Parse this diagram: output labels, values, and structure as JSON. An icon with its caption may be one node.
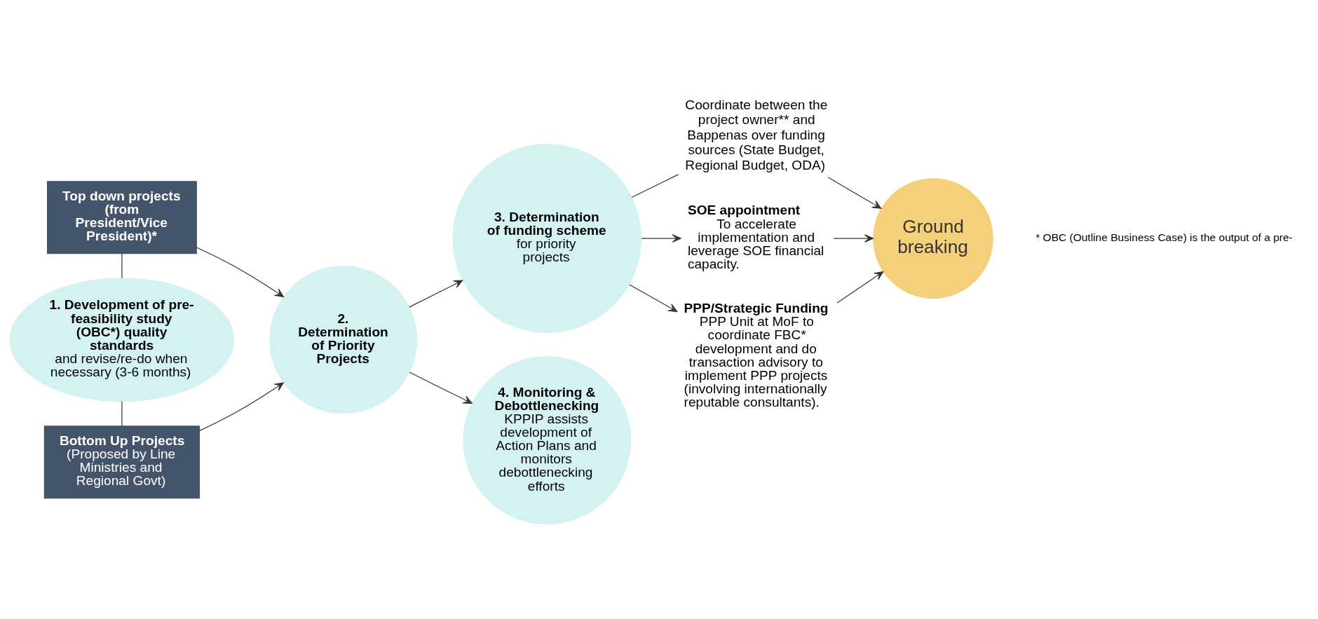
{
  "diagram": {
    "nodes": [
      {
        "text": [
          "Top down projects (from President/Vice President)*"
        ]
      },
      {
        "text": [
          "1. Development of pre-feasibility study (OBC*) quality standards",
          "and revise/re-do when necessary (3-6 months)"
        ]
      },
      {
        "text": [
          "Bottom Up Projects",
          "(Proposed by Line Ministries and Regional Govt)"
        ]
      },
      {
        "text": [
          "2. Determination of Priority Projects"
        ]
      },
      {
        "text": [
          "3. Determination of funding scheme",
          "for priority projects"
        ]
      },
      {
        "text": [
          "4. Monitoring & Debottlenecking",
          "KPPIP assists development of Action Plans and monitors debottlenecking efforts"
        ]
      },
      {
        "text": [
          "Coordinate between the project owner** and Bappenas over funding sources (State Budget, Regional Budget, ODA)"
        ]
      },
      {
        "text": [
          "SOE appointment",
          "To accelerate implementation and leverage SOE financial capacity."
        ]
      },
      {
        "text": [
          "PPP/Strategic Funding",
          "PPP Unit at MoF to coordinate FBC* development and do transaction advisory to implement PPP projects (involving internationally reputable consultants)."
        ]
      },
      {
        "text": [
          "Ground breaking"
        ]
      }
    ],
    "edges": [
      {
        "from": 0,
        "to": 1,
        "arrow": "none"
      },
      {
        "from": 1,
        "to": 2,
        "arrow": "none"
      },
      {
        "from": 0,
        "to": 3,
        "arrow": "to"
      },
      {
        "from": 2,
        "to": 3,
        "arrow": "to"
      },
      {
        "from": 3,
        "to": 4,
        "arrow": "to"
      },
      {
        "from": 3,
        "to": 5,
        "arrow": "to"
      },
      {
        "from": 4,
        "to": 6,
        "arrow": "none"
      },
      {
        "from": 4,
        "to": 7,
        "arrow": "to"
      },
      {
        "from": 4,
        "to": 8,
        "arrow": "to"
      },
      {
        "from": 6,
        "to": 9,
        "arrow": "to"
      },
      {
        "from": 7,
        "to": 9,
        "arrow": "to"
      },
      {
        "from": 8,
        "to": 9,
        "arrow": "to"
      }
    ],
    "labels": [
      "* OBC (Outline Business Case) is the output of a pre-"
    ]
  }
}
